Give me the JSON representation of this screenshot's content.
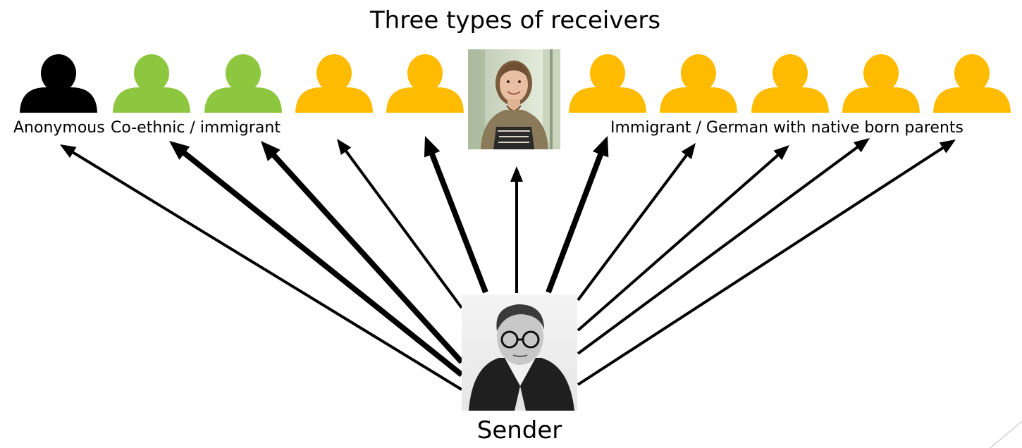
{
  "title": "Three types of receivers",
  "sender": {
    "label": "Sender",
    "photo_icon": "grayscale-portrait-man-glasses"
  },
  "receiver_photo": {
    "icon": "portrait-woman-window"
  },
  "group_labels": {
    "anonymous": "Anonymous",
    "coethnic": "Co-ethnic / immigrant",
    "native": "Immigrant / German with native born parents"
  },
  "colors": {
    "anonymous": "#000000",
    "coethnic": "#8dc63f",
    "native": "#ffbb00",
    "arrow": "#000000"
  },
  "receivers": [
    {
      "group": "anonymous",
      "icon": "person-silhouette-icon",
      "arrow_weight": "normal"
    },
    {
      "group": "coethnic",
      "icon": "person-silhouette-icon",
      "arrow_weight": "bold"
    },
    {
      "group": "coethnic",
      "icon": "person-silhouette-icon",
      "arrow_weight": "bold"
    },
    {
      "group": "native",
      "icon": "person-silhouette-icon",
      "arrow_weight": "normal"
    },
    {
      "group": "native",
      "icon": "person-silhouette-icon",
      "arrow_weight": "bold"
    },
    {
      "group": "photo",
      "icon": "woman-portrait-photo",
      "arrow_weight": "normal"
    },
    {
      "group": "native",
      "icon": "person-silhouette-icon",
      "arrow_weight": "bold"
    },
    {
      "group": "native",
      "icon": "person-silhouette-icon",
      "arrow_weight": "normal"
    },
    {
      "group": "native",
      "icon": "person-silhouette-icon",
      "arrow_weight": "normal"
    },
    {
      "group": "native",
      "icon": "person-silhouette-icon",
      "arrow_weight": "normal"
    },
    {
      "group": "native",
      "icon": "person-silhouette-icon",
      "arrow_weight": "normal"
    }
  ]
}
